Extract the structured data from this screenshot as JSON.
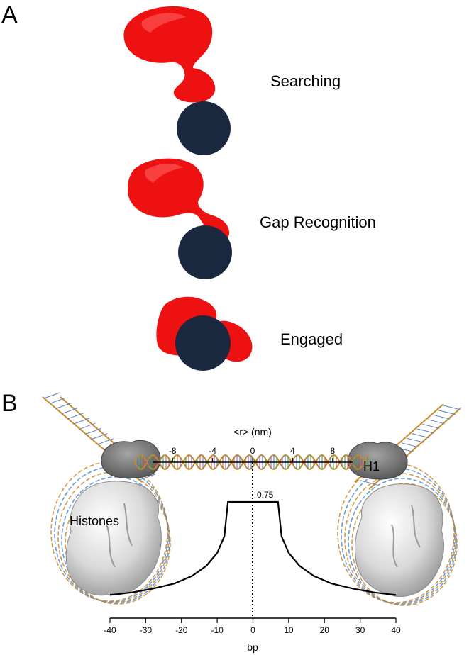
{
  "panels": {
    "a": {
      "letter": "A"
    },
    "b": {
      "letter": "B"
    }
  },
  "states": [
    {
      "label": "Searching"
    },
    {
      "label": "Gap Recognition"
    },
    {
      "label": "Engaged"
    }
  ],
  "colors": {
    "protein": "#ee1111",
    "protein_highlight": "#ff5a5a",
    "dna_ball": "#1a2840",
    "histone": "#e6e6e6",
    "h1": "#7a7a7a",
    "dna_backbone": "#c98a2a"
  },
  "top_axis": {
    "title": "<r> (nm)",
    "ticks": [
      "-8",
      "-4",
      "0",
      "4",
      "8"
    ],
    "tick_values": [
      -8,
      -4,
      0,
      4,
      8
    ],
    "range": [
      -10,
      10
    ]
  },
  "bottom_axis": {
    "title": "bp",
    "ticks": [
      "-40",
      "-30",
      "-20",
      "-10",
      "0",
      "10",
      "20",
      "30",
      "40"
    ],
    "tick_values": [
      -40,
      -30,
      -20,
      -10,
      0,
      10,
      20,
      30,
      40
    ],
    "range": [
      -40,
      40
    ]
  },
  "plateau_label": "0.75",
  "molecule_labels": {
    "histones": "Histones",
    "h1": "H1"
  },
  "chart_data": {
    "type": "line",
    "xlabel": "bp",
    "xlim": [
      -40,
      40
    ],
    "peak_value": 0.75,
    "series": [
      {
        "x": [
          -40,
          -34,
          -28,
          -22,
          -17,
          -13,
          -10,
          -8,
          -7,
          7,
          8,
          10,
          13,
          17,
          22,
          28,
          34,
          40
        ],
        "y": [
          0.02,
          0.04,
          0.07,
          0.11,
          0.17,
          0.25,
          0.35,
          0.48,
          0.75,
          0.75,
          0.48,
          0.35,
          0.25,
          0.17,
          0.11,
          0.07,
          0.04,
          0.02
        ]
      }
    ]
  }
}
